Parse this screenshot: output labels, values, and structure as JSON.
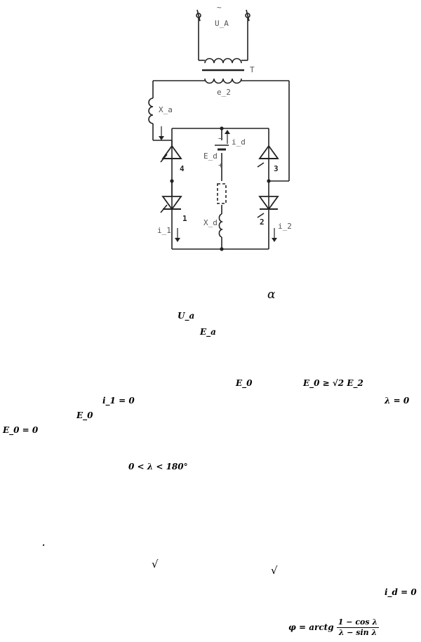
{
  "circuit": {
    "labels": {
      "tilde": "~",
      "source": "U_A",
      "transformer": "T",
      "secondary": "e_2",
      "xa": "X_a",
      "ed": "E_d",
      "id": "i_d",
      "xd": "X_d",
      "i1": "i_1",
      "i2": "i_2",
      "t1": "1",
      "t2": "2",
      "t3": "3",
      "t4": "4",
      "plus": "+",
      "minus": "−"
    }
  },
  "formulas": {
    "alpha": "α",
    "ua": "U_a",
    "ea": "E_a",
    "e0": "E_0",
    "ineq": "E_0 ≥ √2 E_2",
    "i1_zero": "i_1 = 0",
    "lambda_zero": "λ = 0",
    "e0_b": "E_0",
    "e0_zero": "E_0 = 0",
    "lambda_range": "0 < λ < 180°",
    "dot": ".",
    "sqrt1": "√",
    "sqrt2": "√",
    "id_zero": "i_d = 0",
    "phi_lhs": "φ = arctg",
    "phi_num": "1 − cos λ",
    "phi_den": "λ − sin λ"
  }
}
